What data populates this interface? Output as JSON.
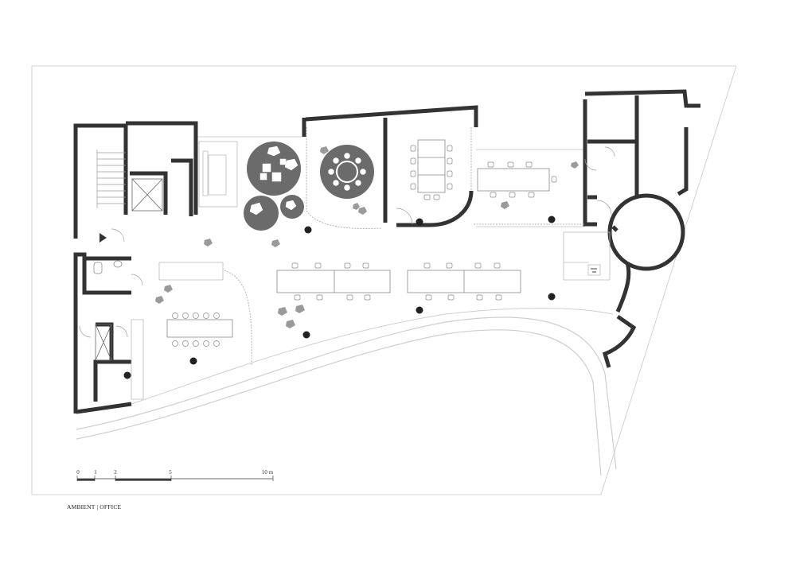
{
  "caption": "AMBIENT | OFFICE",
  "scale_bar": {
    "labels": [
      "0",
      "1",
      "2",
      "5",
      "10 m"
    ]
  },
  "colors": {
    "wall": "#333333",
    "thin_line": "#bfbfbf",
    "light_line": "#d6d6d6",
    "meeting_pod_fill": "#6b6b6b",
    "furniture_stroke": "#8a8a8a",
    "column": "#222222"
  }
}
